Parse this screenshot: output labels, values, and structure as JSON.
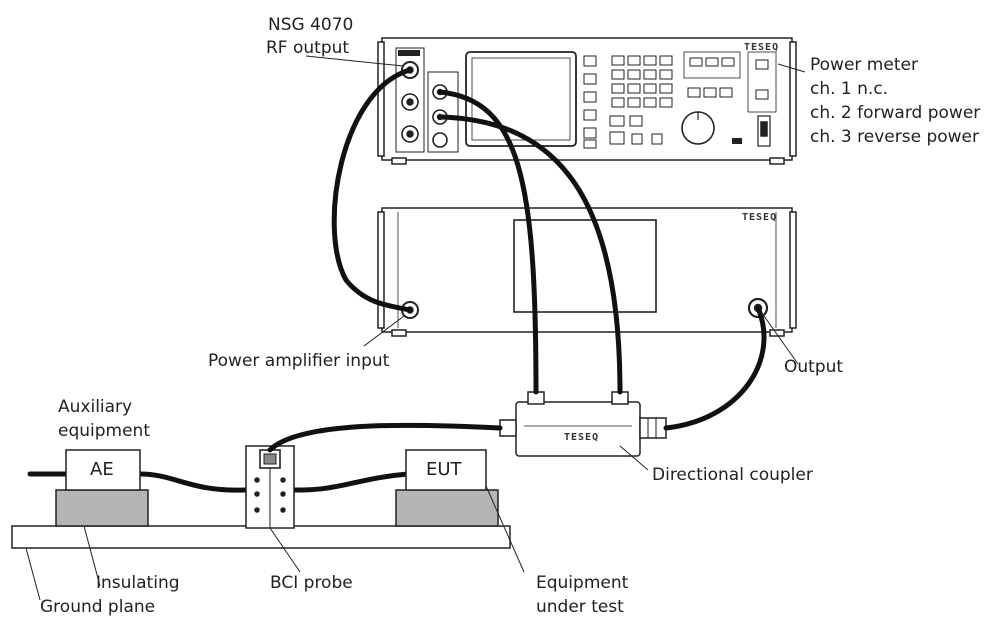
{
  "labels": {
    "nsg_title": "NSG 4070",
    "nsg_sub": "RF output",
    "power_meter_title": "Power meter",
    "power_meter_ch1": "ch. 1 n.c.",
    "power_meter_ch2": "ch. 2 forward power",
    "power_meter_ch3": "ch. 3 reverse power",
    "amp_input": "Power amplifier input",
    "output": "Output",
    "aux_line1": "Auxiliary",
    "aux_line2": "equipment",
    "ae": "AE",
    "eut": "EUT",
    "directional_coupler": "Directional coupler",
    "insulating": "Insulating",
    "ground_plane": "Ground plane",
    "bci_probe": "BCI probe",
    "eut_line1": "Equipment",
    "eut_line2": "under test"
  },
  "brand": {
    "top_unit": "TESEQ",
    "amplifier": "TESEQ",
    "coupler": "TESEQ"
  },
  "colors": {
    "line": "#222222",
    "cable": "#111111",
    "panel": "#ffffff",
    "block_fill": "#b5b5b5",
    "screen_fill": "#ffffff"
  }
}
